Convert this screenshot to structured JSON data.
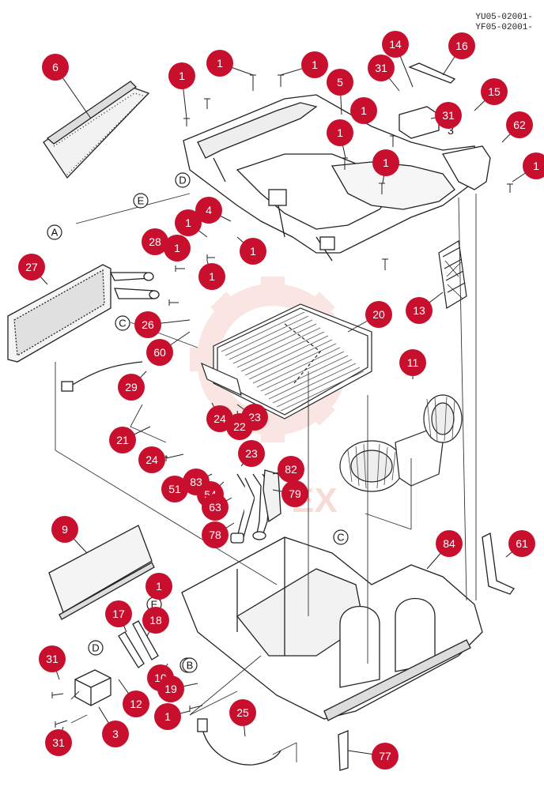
{
  "header": {
    "codes": [
      "YU05-02001-",
      "YF05-02001-"
    ]
  },
  "watermark": {
    "text": "EX"
  },
  "colors": {
    "callout_fill": "#c8102e",
    "callout_text": "#ffffff",
    "line": "#222222",
    "watermark": "#f0b8b0"
  },
  "callouts": [
    {
      "label": "6"
    },
    {
      "label": "1"
    },
    {
      "label": "1"
    },
    {
      "label": "1"
    },
    {
      "label": "14"
    },
    {
      "label": "16"
    },
    {
      "label": "31"
    },
    {
      "label": "5"
    },
    {
      "label": "1"
    },
    {
      "label": "31"
    },
    {
      "label": "15"
    },
    {
      "label": "1"
    },
    {
      "label": "62"
    },
    {
      "label": "1"
    },
    {
      "label": "1"
    },
    {
      "label": "4"
    },
    {
      "label": "1"
    },
    {
      "label": "28"
    },
    {
      "label": "1"
    },
    {
      "label": "1"
    },
    {
      "label": "1"
    },
    {
      "label": "27"
    },
    {
      "label": "13"
    },
    {
      "label": "26"
    },
    {
      "label": "20"
    },
    {
      "label": "60"
    },
    {
      "label": "11"
    },
    {
      "label": "29"
    },
    {
      "label": "24"
    },
    {
      "label": "23"
    },
    {
      "label": "22"
    },
    {
      "label": "21"
    },
    {
      "label": "23"
    },
    {
      "label": "24"
    },
    {
      "label": "82"
    },
    {
      "label": "51"
    },
    {
      "label": "83"
    },
    {
      "label": "54"
    },
    {
      "label": "79"
    },
    {
      "label": "63"
    },
    {
      "label": "9"
    },
    {
      "label": "78"
    },
    {
      "label": "84"
    },
    {
      "label": "61"
    },
    {
      "label": "1"
    },
    {
      "label": "17"
    },
    {
      "label": "18"
    },
    {
      "label": "31"
    },
    {
      "label": "10"
    },
    {
      "label": "19"
    },
    {
      "label": "12"
    },
    {
      "label": "1"
    },
    {
      "label": "25"
    },
    {
      "label": "31"
    },
    {
      "label": "3"
    },
    {
      "label": "77"
    }
  ],
  "letter_markers": [
    {
      "label": "D"
    },
    {
      "label": "E"
    },
    {
      "label": "A"
    },
    {
      "label": "C"
    },
    {
      "label": "C"
    },
    {
      "label": "E"
    },
    {
      "label": "D"
    },
    {
      "label": "B"
    },
    {
      "label": "B"
    }
  ],
  "plain_labels": [
    {
      "label": "3"
    }
  ]
}
